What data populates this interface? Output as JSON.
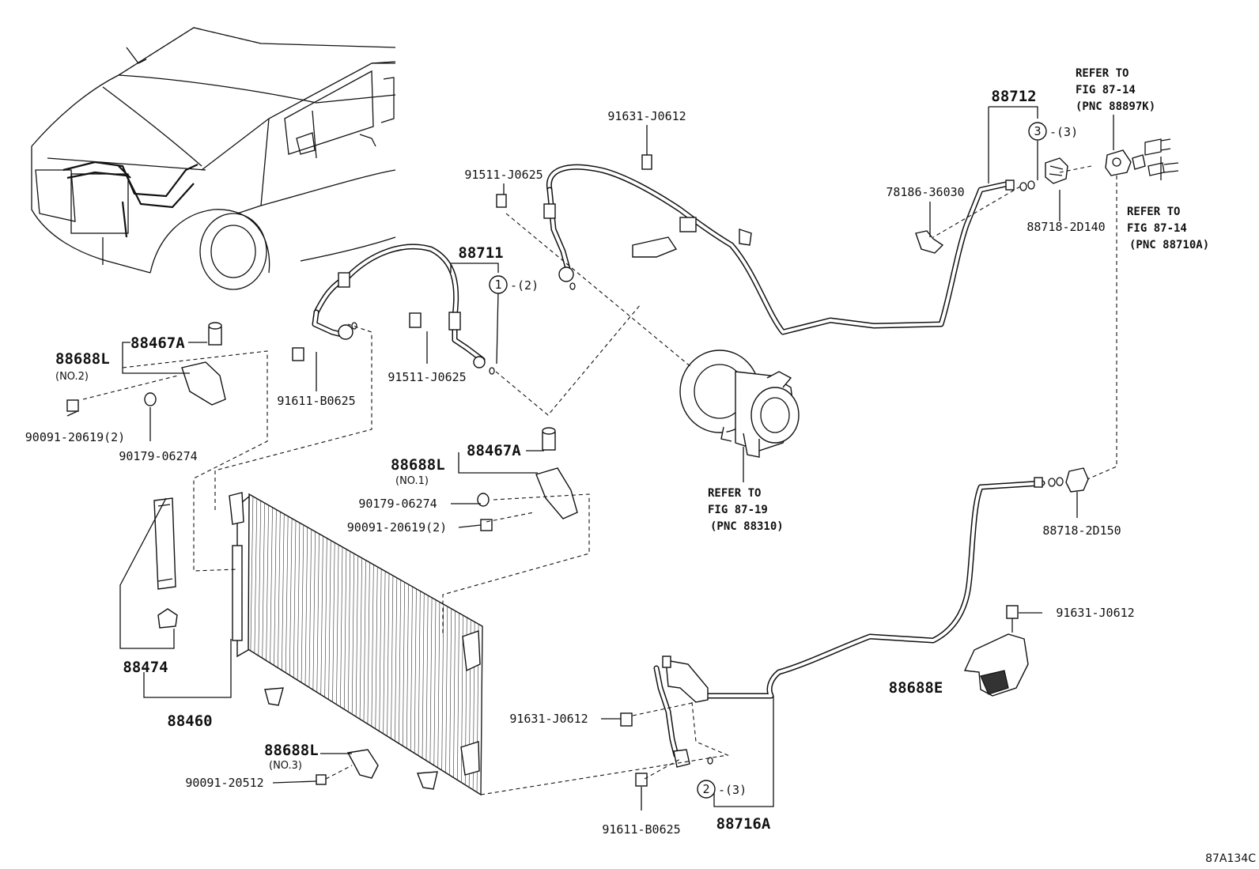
{
  "diagram": {
    "figure_code": "87A134C",
    "callouts": {
      "p91631_top": "91631-J0612",
      "p91511_top": "91511-J0625",
      "p88711": "88711",
      "p88711_qty": "-(2)",
      "p88712": "88712",
      "p88712_qty": "-(3)",
      "p78186": "78186-36030",
      "p88718_2D140": "88718-2D140",
      "p88718_2D150": "88718-2D150",
      "p88688L_no2": "88688L",
      "p88688L_no2_sub": "(NO.2)",
      "p88467A_top": "88467A",
      "p91611_top": "91611-B0625",
      "p91511_mid": "91511-J0625",
      "p90091_20619_top": "90091-20619(2)",
      "p90179_top": "90179-06274",
      "p88688L_no1": "88688L",
      "p88688L_no1_sub": "(NO.1)",
      "p88467A_mid": "88467A",
      "p90179_mid": "90179-06274",
      "p90091_20619_mid": "90091-20619(2)",
      "p88474": "88474",
      "p88460": "88460",
      "p88688L_no3": "88688L",
      "p88688L_no3_sub": "(NO.3)",
      "p90091_20512": "90091-20512",
      "p91631_mid": "91631-J0612",
      "p91611_bottom": "91611-B0625",
      "p88716A": "88716A",
      "p88716A_qty": "-(3)",
      "p91631_right": "91631-J0612",
      "p88688E": "88688E"
    },
    "circled_refs": {
      "one": "1",
      "two": "2",
      "three": "3"
    },
    "notes": {
      "refer_88897K": [
        "REFER TO",
        "FIG 87-14",
        "(PNC 88897K)"
      ],
      "refer_88710A": [
        "REFER TO",
        "FIG 87-14",
        "(PNC 88710A)"
      ],
      "refer_88310": [
        "REFER TO",
        "FIG 87-19",
        "(PNC 88310)"
      ]
    }
  }
}
